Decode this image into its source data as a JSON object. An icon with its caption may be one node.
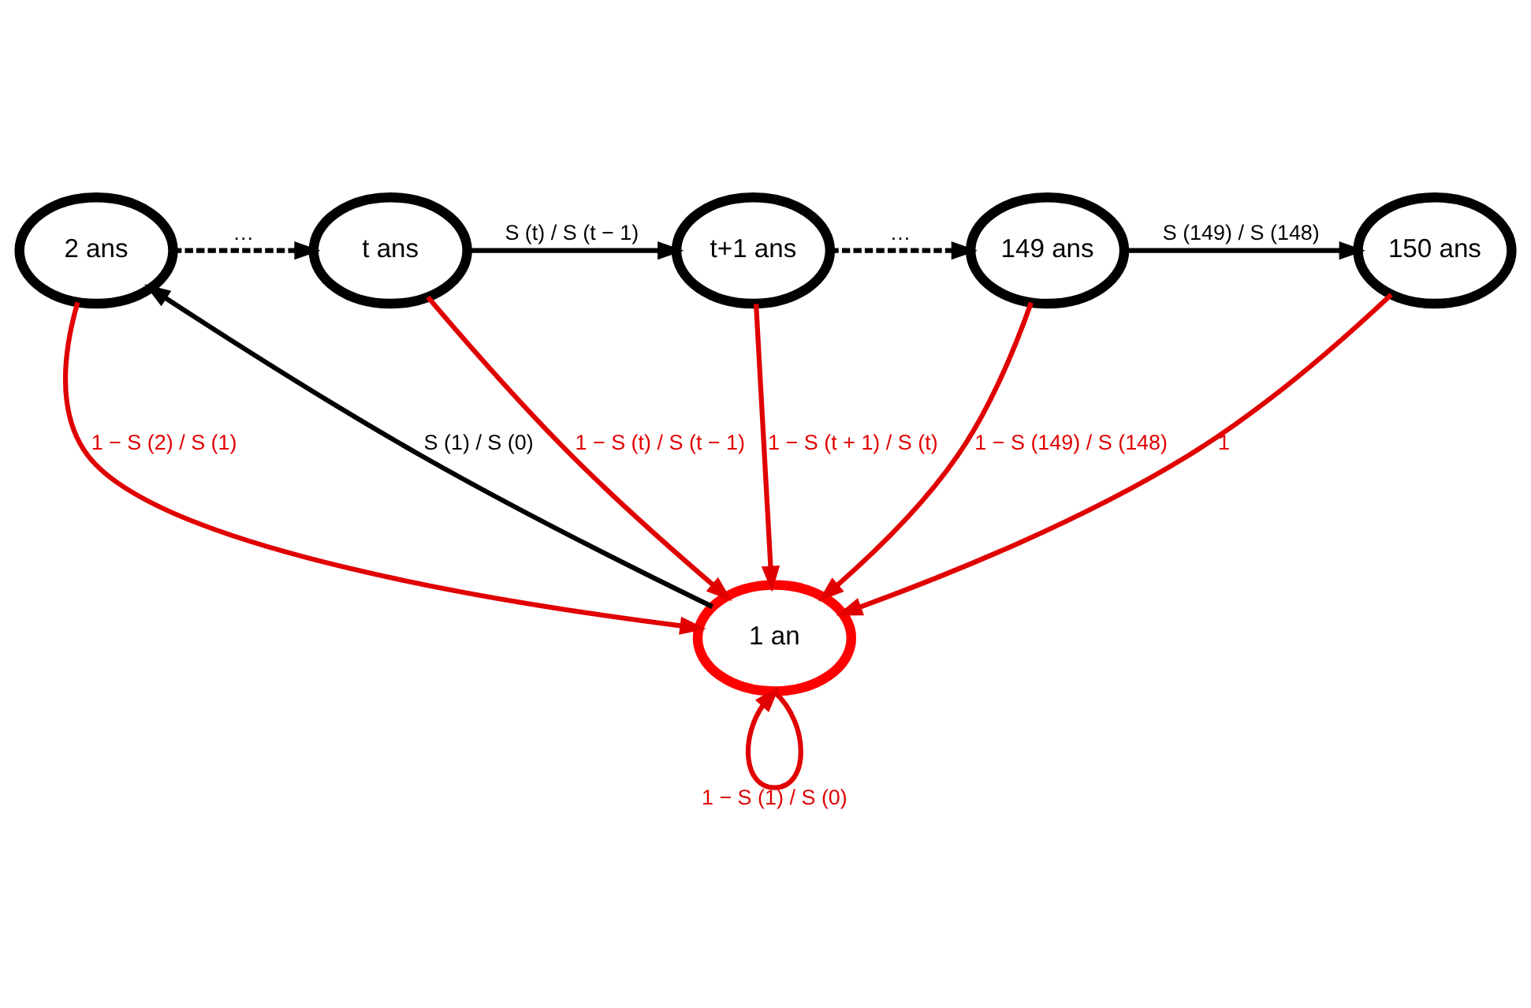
{
  "diagram": {
    "nodes": [
      {
        "text": [
          "2 ans"
        ]
      },
      {
        "text": [
          "t ans"
        ]
      },
      {
        "text": [
          "t+1 ans"
        ]
      },
      {
        "text": [
          "149 ans"
        ]
      },
      {
        "text": [
          "150 ans"
        ]
      },
      {
        "text": [
          "1 an"
        ]
      }
    ],
    "edges": [
      {
        "from": 0,
        "to": 1,
        "arrow": "to",
        "label": "…",
        "style": "dashed",
        "color": "#000000"
      },
      {
        "from": 1,
        "to": 2,
        "arrow": "to",
        "label": "S (t) / S (t − 1)",
        "color": "#000000"
      },
      {
        "from": 2,
        "to": 3,
        "arrow": "to",
        "label": "…",
        "style": "dashed",
        "color": "#000000"
      },
      {
        "from": 3,
        "to": 4,
        "arrow": "to",
        "label": "S (149) / S (148)",
        "color": "#000000"
      },
      {
        "from": 0,
        "to": 5,
        "arrow": "to",
        "label": "1 − S (2) / S (1)"
      },
      {
        "from": 1,
        "to": 5,
        "arrow": "to",
        "label": "1 − S (t) / S (t − 1)"
      },
      {
        "from": 2,
        "to": 5,
        "arrow": "to",
        "label": "1 − S (t + 1) / S (t)"
      },
      {
        "from": 3,
        "to": 5,
        "arrow": "to",
        "label": "1 − S (149) / S (148)"
      },
      {
        "from": 4,
        "to": 5,
        "arrow": "to",
        "label": "1"
      },
      {
        "from": 5,
        "to": 0,
        "arrow": "to",
        "label": "S (1) / S (0)",
        "color": "#000000"
      },
      {
        "from": 5,
        "to": 5,
        "arrow": "to",
        "label": "1 − S (1) / S (0)"
      }
    ]
  }
}
